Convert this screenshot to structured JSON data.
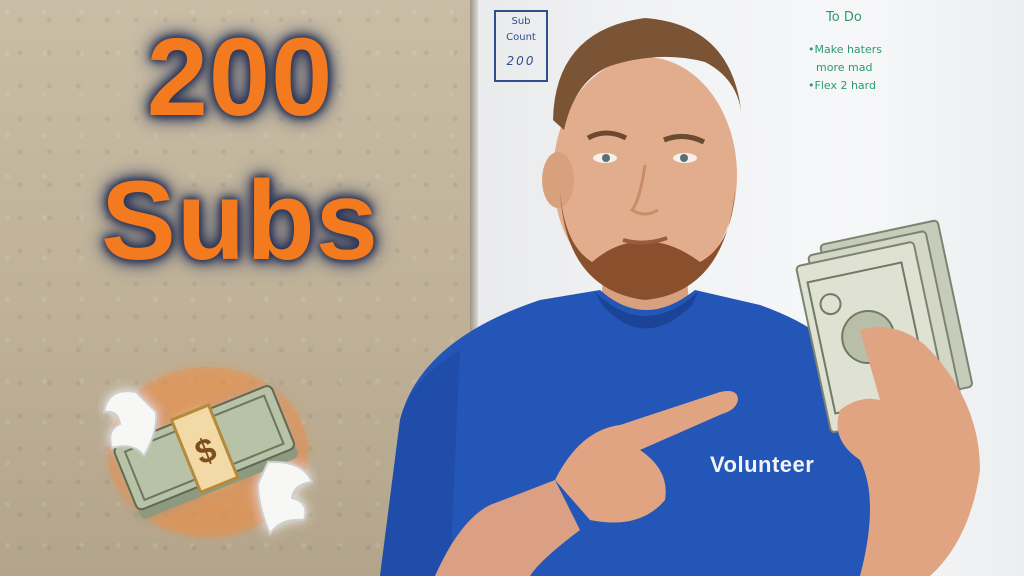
{
  "headline": {
    "line1": "200",
    "line2": "Subs"
  },
  "whiteboard": {
    "sub_count_label_1": "Sub",
    "sub_count_label_2": "Count",
    "sub_count_value": "200",
    "todo_title": "To Do",
    "todo_items": [
      "•Make haters",
      "more mad",
      "•Flex 2 hard"
    ]
  },
  "shirt_text": "Volunteer",
  "colors": {
    "headline": "#f47a1f",
    "glow": "#2b3556",
    "shirt": "#2456b8",
    "marker_blue": "#2f4f8f",
    "marker_green": "#2c9a6e"
  },
  "icons": [
    "money-with-wings-icon"
  ]
}
